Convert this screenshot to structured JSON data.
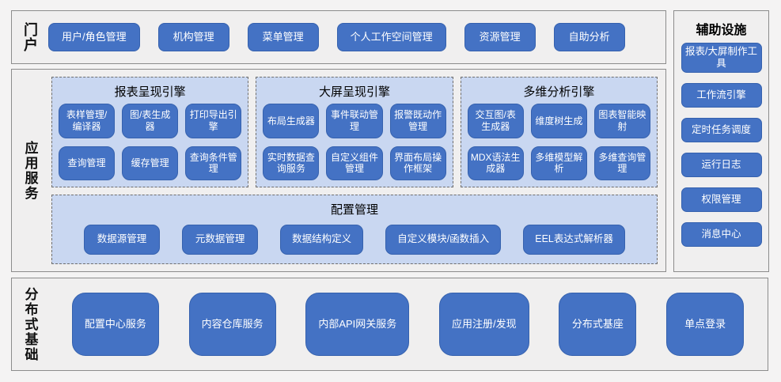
{
  "colors": {
    "node_blue": "#4472c4",
    "node_border": "#3561ae",
    "panel_blue": "#c9d7f1",
    "text_on_blue": "#ffffff"
  },
  "portal": {
    "label": "门户",
    "items": [
      "用户/角色管理",
      "机构管理",
      "菜单管理",
      "个人工作空间管理",
      "资源管理",
      "自助分析"
    ]
  },
  "app_services": {
    "label": "应用服务",
    "engines": [
      {
        "title": "报表呈现引擎",
        "items": [
          "表样管理/编译器",
          "图/表生成器",
          "打印导出引擎",
          "查询管理",
          "缓存管理",
          "查询条件管理"
        ]
      },
      {
        "title": "大屏呈现引擎",
        "items": [
          "布局生成器",
          "事件联动管理",
          "报警既动作管理",
          "实时数据查询服务",
          "自定义组件管理",
          "界面布局操作框架"
        ]
      },
      {
        "title": "多维分析引擎",
        "items": [
          "交互图/表生成器",
          "维度树生成",
          "图表智能映射",
          "MDX语法生成器",
          "多维模型解析",
          "多维查询管理"
        ]
      }
    ],
    "config": {
      "title": "配置管理",
      "items": [
        "数据源管理",
        "元数据管理",
        "数据结构定义",
        "自定义模块/函数插入",
        "EEL表达式解析器"
      ]
    }
  },
  "auxiliary": {
    "title": "辅助设施",
    "items": [
      "报表/大屏制作工具",
      "工作流引擎",
      "定时任务调度",
      "运行日志",
      "权限管理",
      "消息中心"
    ]
  },
  "distributed": {
    "label": "分布式基础",
    "items": [
      "配置中心服务",
      "内容仓库服务",
      "内部API网关服务",
      "应用注册/发现",
      "分布式基座",
      "单点登录"
    ]
  }
}
